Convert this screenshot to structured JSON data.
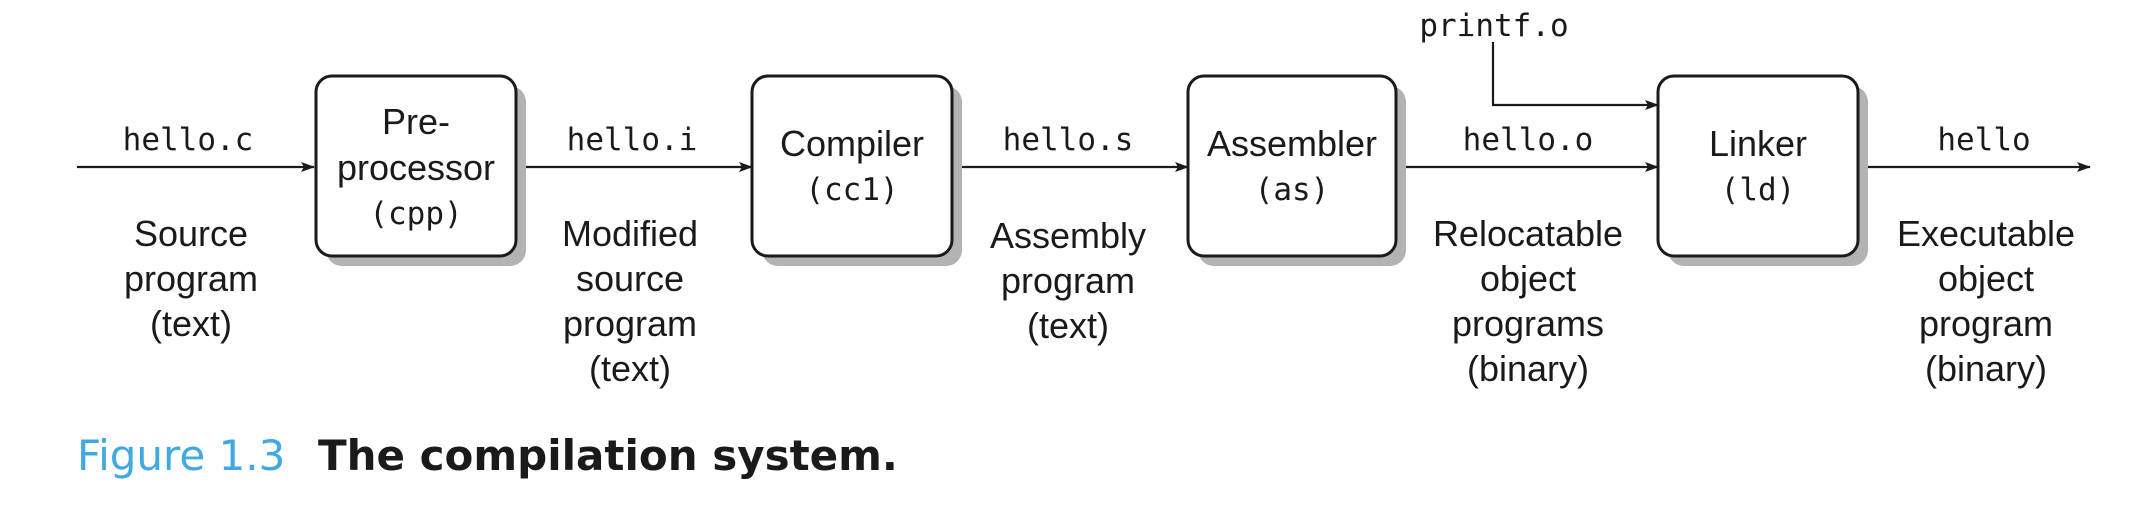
{
  "diagram": {
    "stages": [
      {
        "id": "preprocessor",
        "lines": [
          "Pre-",
          "processor"
        ],
        "code": "(cpp)"
      },
      {
        "id": "compiler",
        "lines": [
          "Compiler"
        ],
        "code": "(cc1)"
      },
      {
        "id": "assembler",
        "lines": [
          "Assembler"
        ],
        "code": "(as)"
      },
      {
        "id": "linker",
        "lines": [
          "Linker"
        ],
        "code": "(ld)"
      }
    ],
    "flows": [
      {
        "id": "source",
        "file": "hello.c",
        "desc": [
          "Source",
          "program",
          "(text)"
        ]
      },
      {
        "id": "modified",
        "file": "hello.i",
        "desc": [
          "Modified",
          "source",
          "program",
          "(text)"
        ]
      },
      {
        "id": "assembly",
        "file": "hello.s",
        "desc": [
          "Assembly",
          "program",
          "(text)"
        ]
      },
      {
        "id": "relocatable",
        "file": "hello.o",
        "desc": [
          "Relocatable",
          "object",
          "programs",
          "(binary)"
        ]
      },
      {
        "id": "executable",
        "file": "hello",
        "desc": [
          "Executable",
          "object",
          "program",
          "(binary)"
        ]
      }
    ],
    "extra_input": {
      "file": "printf.o"
    }
  },
  "caption": {
    "number": "Figure 1.3",
    "title": "The compilation system."
  },
  "colors": {
    "caption_number": "#3fa9e0",
    "stroke": "#1a1a1a",
    "shadow": "#b3b3b3"
  }
}
